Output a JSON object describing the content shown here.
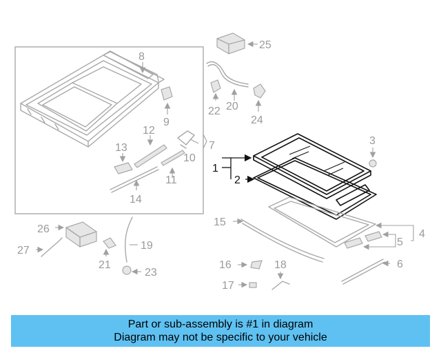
{
  "callouts": {
    "c1": "1",
    "c2": "2",
    "c3": "3",
    "c4": "4",
    "c5": "5",
    "c6": "6",
    "c7": "7",
    "c8": "8",
    "c9": "9",
    "c10": "10",
    "c11": "11",
    "c12": "12",
    "c13": "13",
    "c14": "14",
    "c15": "15",
    "c16": "16",
    "c17": "17",
    "c18": "18",
    "c19": "19",
    "c20": "20",
    "c21": "21",
    "c22": "22",
    "c23": "23",
    "c24": "24",
    "c25": "25",
    "c26": "26",
    "c27": "27"
  },
  "banner": {
    "line1": "Part or sub-assembly is #1 in diagram",
    "line2": "Diagram may not be specific to your vehicle",
    "color": "#5ec1f2"
  },
  "colors": {
    "highlight": "#111111",
    "part": "#a8a8a8",
    "label": "#9a9a9a"
  }
}
